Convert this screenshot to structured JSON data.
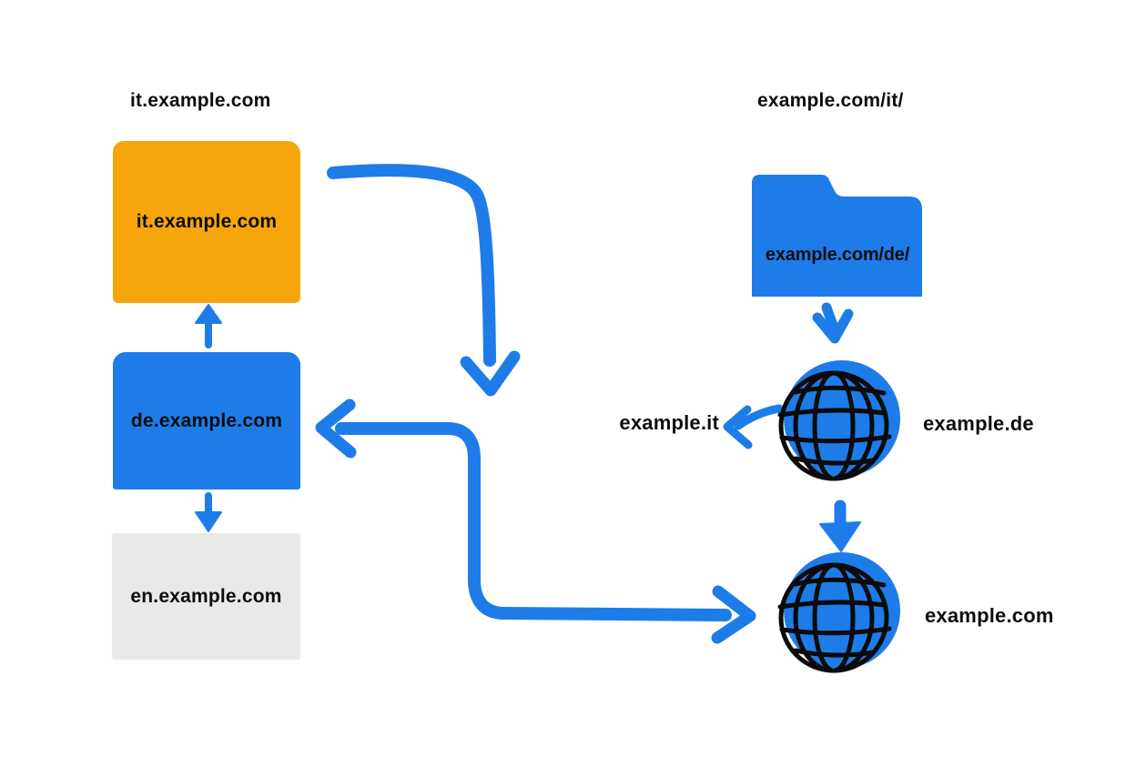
{
  "colors": {
    "blue": "#1e7ce9",
    "orange": "#f6a60b",
    "gray": "#e9e9e7",
    "text": "#0d0d0d",
    "background": "#ffffff"
  },
  "left_panel": {
    "heading": "it.example.com",
    "boxes": [
      {
        "label": "it.example.com",
        "color": "#f6a60b"
      },
      {
        "label": "de.example.com",
        "color": "#1e7ce9"
      },
      {
        "label": "en.example.com",
        "color": "#e9e9e7"
      }
    ]
  },
  "right_panel": {
    "heading": "example.com/it/",
    "folder": {
      "label": "example.com/de/"
    },
    "globe_row_1": {
      "label_left": "example.it",
      "label_right": "example.de"
    },
    "globe_row_2": {
      "label_right": "example.com"
    }
  },
  "icons": {
    "folder": "folder-icon",
    "globe": "globe-icon",
    "arrow_color": "#1e7ce9"
  }
}
